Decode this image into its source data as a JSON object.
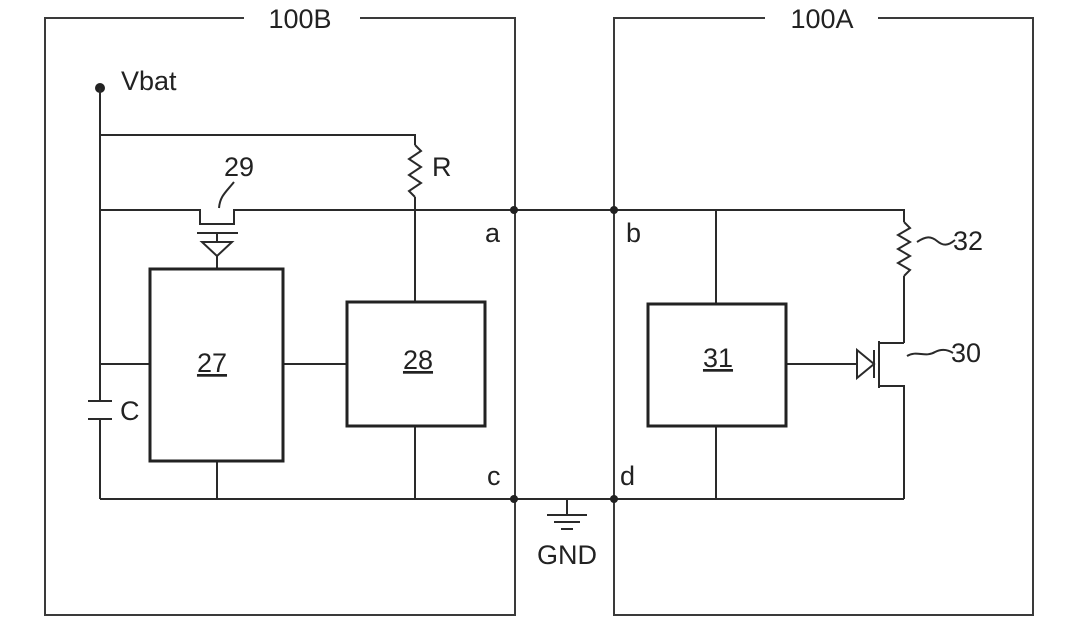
{
  "diagram": {
    "module_left": "100B",
    "module_right": "100A",
    "supply": "Vbat",
    "resistor": "R",
    "capacitor": "C",
    "ground": "GND",
    "nodes": {
      "a": "a",
      "b": "b",
      "c": "c",
      "d": "d"
    },
    "blocks": {
      "b27": "27",
      "b28": "28",
      "b31": "31"
    },
    "refs": {
      "r29": "29",
      "r32": "32",
      "r30": "30"
    }
  }
}
